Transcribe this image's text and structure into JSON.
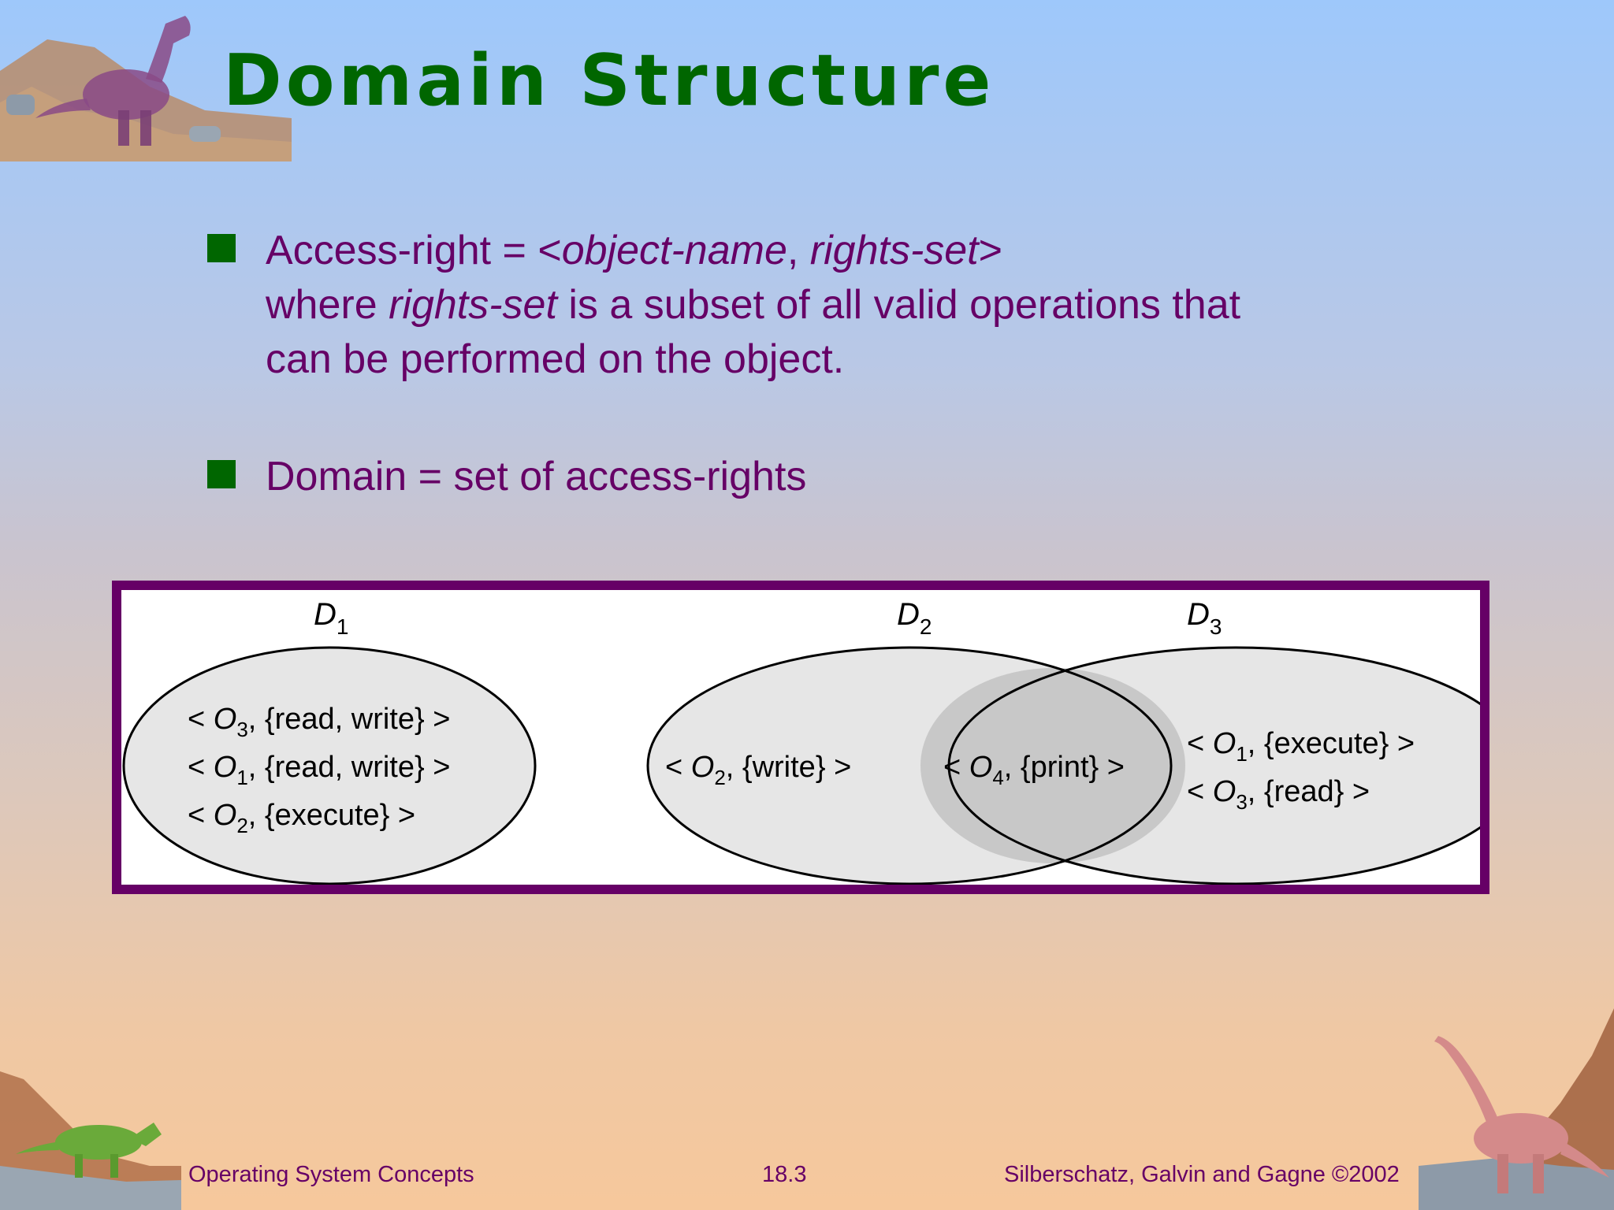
{
  "slide": {
    "title": "Domain Structure",
    "bullets": [
      {
        "lines": [
          [
            {
              "text": "Access-right = <",
              "italic": false
            },
            {
              "text": "object-name",
              "italic": true
            },
            {
              "text": ", ",
              "italic": false
            },
            {
              "text": "rights-set",
              "italic": true
            },
            {
              "text": ">",
              "italic": false
            }
          ],
          [
            {
              "text": "where ",
              "italic": false
            },
            {
              "text": "rights-set",
              "italic": true
            },
            {
              "text": " is a subset of all valid operations that",
              "italic": false
            }
          ],
          [
            {
              "text": "can be performed on the object.",
              "italic": false
            }
          ]
        ]
      },
      {
        "lines": [
          [
            {
              "text": "Domain = set of access-rights",
              "italic": false
            }
          ]
        ]
      }
    ]
  },
  "diagram": {
    "domains": [
      {
        "letter": "D",
        "index": "1"
      },
      {
        "letter": "D",
        "index": "2"
      },
      {
        "letter": "D",
        "index": "3"
      }
    ],
    "entries": [
      {
        "open": "< ",
        "object": "O",
        "index": "3",
        "rights": ", {read, write} >",
        "region": "D1"
      },
      {
        "open": "< ",
        "object": "O",
        "index": "1",
        "rights": ", {read, write} >",
        "region": "D1"
      },
      {
        "open": "< ",
        "object": "O",
        "index": "2",
        "rights": ", {execute} >",
        "region": "D1"
      },
      {
        "open": "< ",
        "object": "O",
        "index": "2",
        "rights": ", {write} >",
        "region": "D2"
      },
      {
        "open": "< ",
        "object": "O",
        "index": "4",
        "rights": ", {print} >",
        "region": "D2 ∩ D3"
      },
      {
        "open": "< ",
        "object": "O",
        "index": "1",
        "rights": ", {execute} >",
        "region": "D3"
      },
      {
        "open": "< ",
        "object": "O",
        "index": "3",
        "rights": ", {read} >",
        "region": "D3"
      }
    ]
  },
  "footer": {
    "left": "Operating System Concepts",
    "center": "18.3",
    "right": "Silberschatz, Galvin and  Gagne ©2002"
  },
  "colors": {
    "title": "#006600",
    "body_text": "#660066",
    "bullet": "#006600",
    "frame": "#660066",
    "ellipse_fill": "#e6e6e6",
    "overlap_fill": "#c8c8c8"
  },
  "icons": [
    "dinosaur-tyrannosaurus-icon",
    "dinosaur-triceratops-icon",
    "dinosaur-brontosaurus-icon"
  ]
}
